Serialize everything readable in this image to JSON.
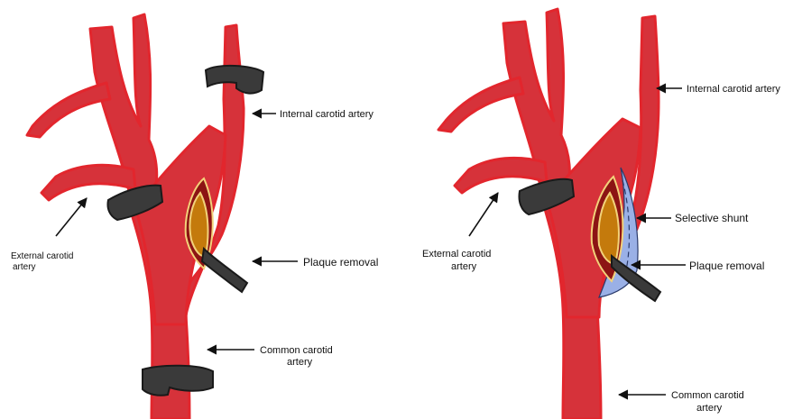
{
  "left_panel": {
    "labels": {
      "internal_carotid": "Internal carotid artery",
      "external_carotid_line1": "External carotid",
      "external_carotid_line2": "artery",
      "plaque_removal": "Plaque removal",
      "common_carotid_line1": "Common carotid",
      "common_carotid_line2": "artery"
    }
  },
  "right_panel": {
    "labels": {
      "internal_carotid": "Internal carotid artery",
      "external_carotid_line1": "External carotid",
      "external_carotid_line2": "artery",
      "selective_shunt": "Selective shunt",
      "plaque_removal": "Plaque removal",
      "common_carotid_line1": "Common carotid",
      "common_carotid_line2": "artery"
    }
  },
  "colors": {
    "artery_fill": "#d6323a",
    "artery_outline": "#e2262d",
    "incision_dark": "#8c1414",
    "plaque": "#c47a0c",
    "plaque_border": "#f2d27a",
    "clamp": "#3a3a3a",
    "shunt": "#9ab0e6",
    "arrow": "#111111"
  }
}
